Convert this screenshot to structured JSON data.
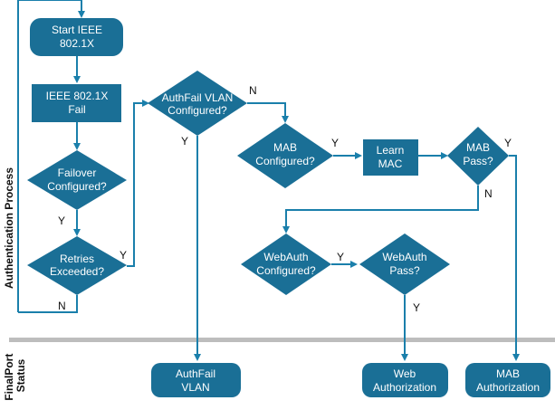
{
  "section_labels": {
    "process": "Authentication Process",
    "final_line1": "FinalPort",
    "final_line2": "Status"
  },
  "nodes": {
    "start": [
      "Start IEEE",
      "802.1X"
    ],
    "fail": [
      "IEEE 802.1X",
      "Fail"
    ],
    "failover": [
      "Failover",
      "Configured?"
    ],
    "retries": [
      "Retries",
      "Exceeded?"
    ],
    "authfail_cfg": [
      "AuthFail VLAN",
      "Configured?"
    ],
    "mab_cfg": [
      "MAB",
      "Configured?"
    ],
    "learn_mac": [
      "Learn",
      "MAC"
    ],
    "mab_pass": [
      "MAB",
      "Pass?"
    ],
    "webauth_cfg": [
      "WebAuth",
      "Configured?"
    ],
    "webauth_pass": [
      "WebAuth",
      "Pass?"
    ]
  },
  "outcomes": {
    "authfail_vlan": [
      "AuthFail",
      "VLAN"
    ],
    "web_auth": [
      "Web",
      "Authorization"
    ],
    "mab_auth": [
      "MAB",
      "Authorization"
    ]
  },
  "edge_labels": {
    "authfail_n": "N",
    "authfail_y": "Y",
    "mab_cfg_y": "Y",
    "mab_pass_y": "Y",
    "mab_pass_n": "N",
    "failover_y": "Y",
    "retries_y": "Y",
    "retries_n": "N",
    "webauth_cfg_y": "Y",
    "webauth_pass_y": "Y"
  },
  "colors": {
    "node_fill": "#1a6f96",
    "line": "#1a7fab",
    "divider": "#bdbdbd"
  }
}
